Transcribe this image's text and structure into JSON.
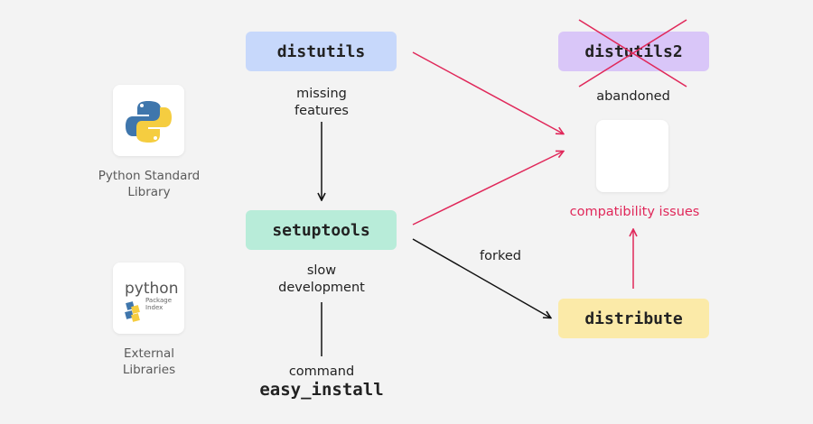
{
  "nodes": {
    "distutils": "distutils",
    "distutils2": "distutils2",
    "setuptools": "setuptools",
    "distribute": "distribute",
    "easy_install": "easy_install"
  },
  "labels": {
    "missing_features_1": "missing",
    "missing_features_2": "features",
    "abandoned": "abandoned",
    "compatibility_issues": "compatibility issues",
    "slow_development_1": "slow",
    "slow_development_2": "development",
    "forked": "forked",
    "command": "command"
  },
  "sidebar": {
    "stdlib_1": "Python Standard",
    "stdlib_2": "Library",
    "external_1": "External",
    "external_2": "Libraries",
    "pypi_logo_text": "python",
    "pypi_package": "Package",
    "pypi_index": "Index"
  },
  "colors": {
    "distutils_bg": "#c7d8fb",
    "distutils2_bg": "#d9c6f8",
    "setuptools_bg": "#b8ecd9",
    "distribute_bg": "#fbeaa8",
    "red": "#e0285a",
    "black": "#111111"
  },
  "icons": {
    "python_logo": "python-logo-icon",
    "pypi_logo": "pypi-logo-icon",
    "cross": "cross-icon"
  }
}
